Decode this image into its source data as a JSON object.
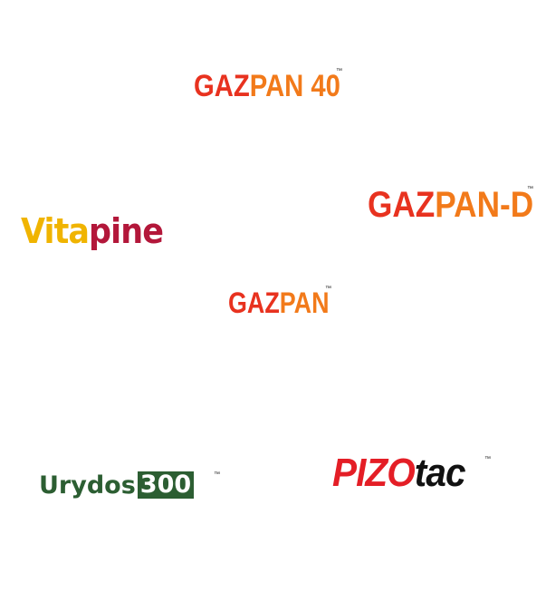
{
  "logos": {
    "gazpan40": {
      "part1": "GAZ",
      "part2": "PAN 40",
      "tm": "™"
    },
    "gazpand": {
      "part1": "GAZ",
      "part2": "PAN-D",
      "tm": "™"
    },
    "gazpan": {
      "part1": "GAZ",
      "part2": "PAN",
      "tm": "™"
    },
    "vitapine": {
      "part1": "Vita",
      "part2": "pine"
    },
    "urydos": {
      "word": "Urydos",
      "number": "300",
      "tm": "™"
    },
    "pizotac": {
      "part1": "PIZO",
      "part2": "tac",
      "tm": "™"
    }
  },
  "colors": {
    "gazpan_red": "#e8321f",
    "gazpan_orange": "#f27a1a",
    "vitapine_yellow": "#f0b400",
    "vitapine_red": "#b3173a",
    "urydos_green": "#2c5e32",
    "pizotac_red": "#e41e26",
    "pizotac_black": "#111111"
  }
}
